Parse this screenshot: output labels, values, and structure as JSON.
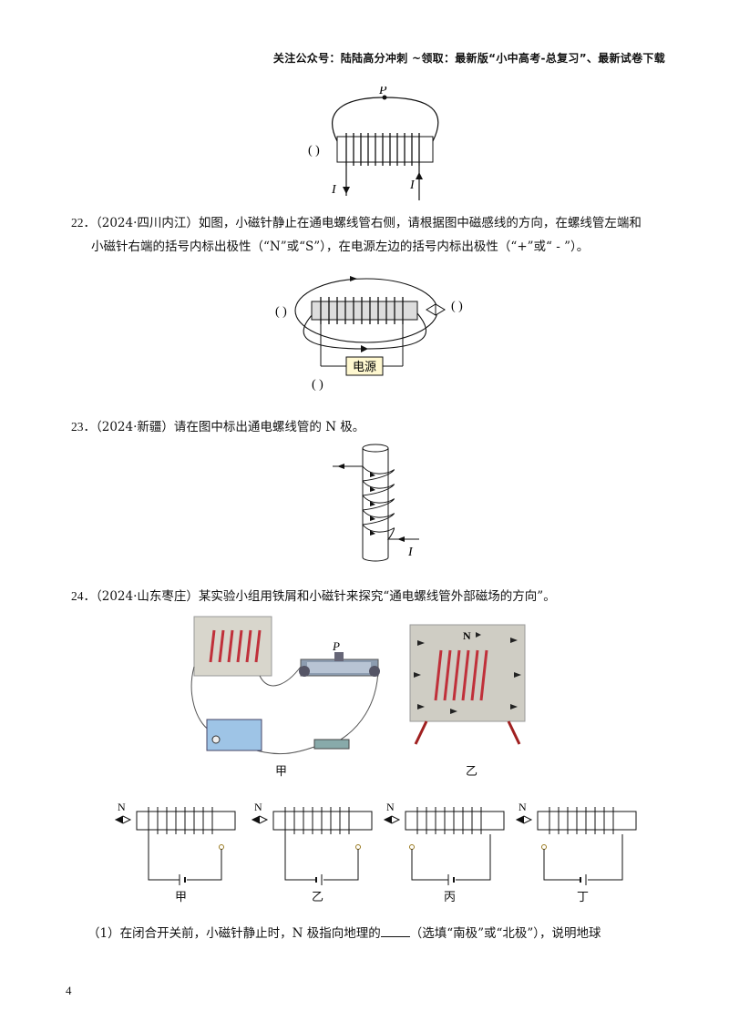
{
  "header": {
    "text": "关注公众号：陆陆高分冲刺 ~领取：最新版“小中高考-总复习”、最新试卷下载"
  },
  "q21_fig": {
    "label_p": "P",
    "bracket": "(   )",
    "label_i_left": "I",
    "label_i_right": "I"
  },
  "q22": {
    "number": "22．",
    "line1": "（2024·四川内江）如图，小磁针静止在通电螺线管右侧，请根据图中磁感线的方向，在螺线管左端和",
    "line2": "小磁针右端的括号内标出极性（“N”或“S”），在电源左边的括号内标出极性（“+”或“ - ”）。",
    "fig": {
      "bracket_left": "(   )",
      "bracket_right": "(   )",
      "bracket_bottom": "(   )",
      "power_label": "电源"
    }
  },
  "q23": {
    "number": "23．",
    "text": "（2024·新疆）请在图中标出通电螺线管的 N 极。",
    "fig": {
      "label_i": "I"
    }
  },
  "q24": {
    "number": "24．",
    "text": "（2024·山东枣庄）某实验小组用铁屑和小磁针来探究“通电螺线管外部磁场的方向”。",
    "photo_labels": {
      "jia": "甲",
      "yi": "乙",
      "p": "P",
      "n": "N"
    },
    "diagram_labels": [
      "甲",
      "乙",
      "丙",
      "丁"
    ],
    "n_label": "N",
    "sub1_before": "（1）在闭合开关前，小磁针静止时，N 极指向地理的",
    "sub1_after": "（选填“南极”或“北极”），说明地球"
  },
  "page_number": "4"
}
